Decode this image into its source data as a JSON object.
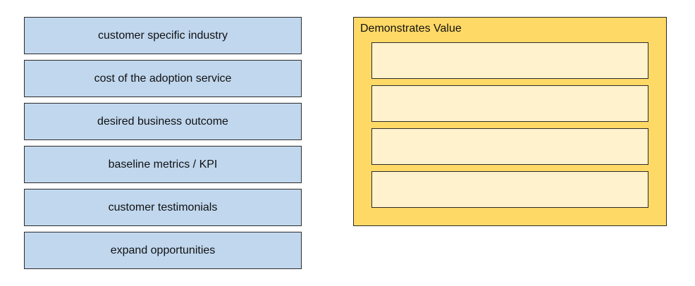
{
  "options": [
    {
      "label": "customer specific industry"
    },
    {
      "label": "cost of the adoption service"
    },
    {
      "label": "desired business outcome"
    },
    {
      "label": "baseline metrics / KPI"
    },
    {
      "label": "customer testimonials"
    },
    {
      "label": "expand opportunities"
    }
  ],
  "target": {
    "title": "Demonstrates Value",
    "slots": [
      "",
      "",
      "",
      ""
    ]
  },
  "colors": {
    "option_fill": "#c0d7ee",
    "panel_fill": "#ffd966",
    "slot_fill": "#fff2cc",
    "border": "#2b2b2b"
  }
}
